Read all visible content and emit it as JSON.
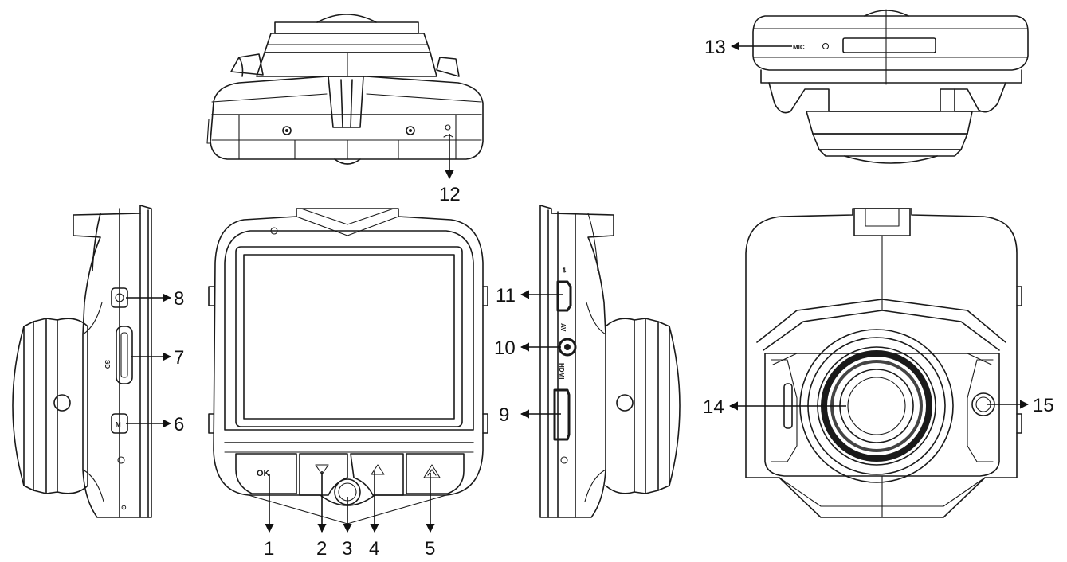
{
  "callouts": {
    "c1": "1",
    "c2": "2",
    "c3": "3",
    "c4": "4",
    "c5": "5",
    "c6": "6",
    "c7": "7",
    "c8": "8",
    "c9": "9",
    "c10": "10",
    "c11": "11",
    "c12": "12",
    "c13": "13",
    "c14": "14",
    "c15": "15"
  },
  "markings": {
    "ok_button": "OK",
    "mic": "MIC",
    "av": "AV",
    "hdmi": "HDMI",
    "mode_button": "M"
  }
}
